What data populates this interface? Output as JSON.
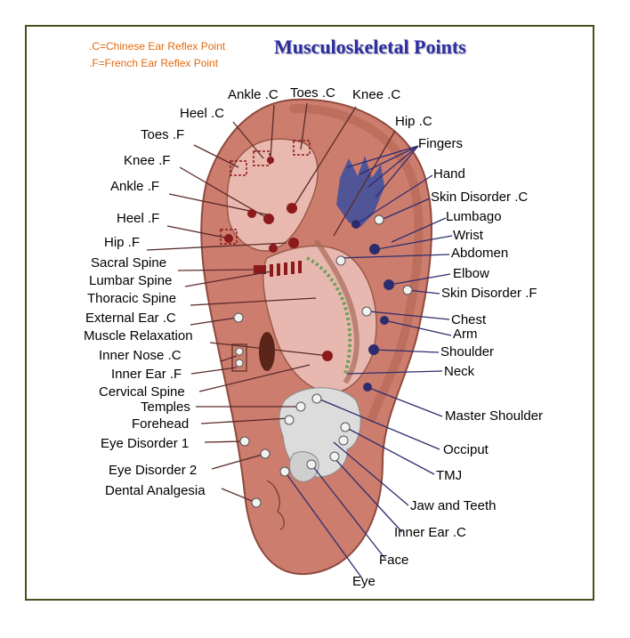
{
  "legend": {
    "chinese": ".C=Chinese Ear Reflex Point",
    "french": ".F=French Ear Reflex Point"
  },
  "title": "Musculoskeletal Points",
  "colors": {
    "legend_text": "#e06a10",
    "title_text": "#2d2d9e",
    "frame": "#4d4d1f",
    "ear_skin": "#cd7d6d",
    "ear_inner": "#e8b8b0",
    "dark_red_point": "#8b1a1a",
    "blue_point": "#2d2d6e",
    "skull": "#dcdcdc",
    "hand": "#3a4ea0",
    "spine_green": "#6fa05a"
  },
  "labels": {
    "ankle_c": "Ankle .C",
    "toes_c": "Toes .C",
    "knee_c": "Knee .C",
    "heel_c": "Heel .C",
    "hip_c": "Hip .C",
    "toes_f": "Toes .F",
    "fingers": "Fingers",
    "knee_f": "Knee .F",
    "hand": "Hand",
    "ankle_f": "Ankle .F",
    "skin_disorder_c": "Skin Disorder .C",
    "heel_f": "Heel .F",
    "lumbago": "Lumbago",
    "hip_f": "Hip .F",
    "wrist": "Wrist",
    "abdomen": "Abdomen",
    "sacral_spine": "Sacral Spine",
    "elbow": "Elbow",
    "lumbar_spine": "Lumbar Spine",
    "skin_disorder_f": "Skin Disorder .F",
    "thoracic_spine": "Thoracic Spine",
    "external_ear_c": "External Ear .C",
    "chest": "Chest",
    "muscle_relaxation": "Muscle Relaxation",
    "arm": "Arm",
    "inner_nose_c": "Inner Nose .C",
    "shoulder": "Shoulder",
    "inner_ear_f": "Inner Ear .F",
    "neck": "Neck",
    "cervical_spine": "Cervical Spine",
    "temples": "Temples",
    "master_shoulder": "Master Shoulder",
    "forehead": "Forehead",
    "eye_disorder_1": "Eye Disorder 1",
    "occiput": "Occiput",
    "eye_disorder_2": "Eye Disorder 2",
    "tmj": "TMJ",
    "dental_analgesia": "Dental Analgesia",
    "jaw_and_teeth": "Jaw and Teeth",
    "inner_ear_c": "Inner Ear .C",
    "face": "Face",
    "eye": "Eye"
  }
}
